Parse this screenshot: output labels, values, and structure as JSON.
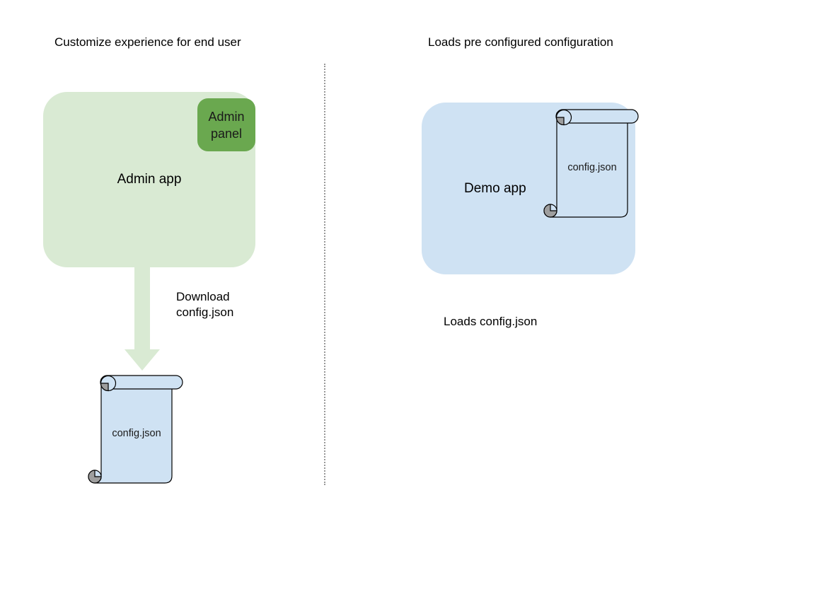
{
  "colors": {
    "light_green": "#d9ead3",
    "green": "#6aa84f",
    "light_blue": "#cfe2f3",
    "curl_gray": "#9e9e9e",
    "stroke": "#000000",
    "divider_gray": "#999999",
    "text": "#000000"
  },
  "left_section": {
    "heading": "Customize experience for end user",
    "admin_app": {
      "label": "Admin app"
    },
    "admin_panel": {
      "label": "Admin panel"
    },
    "download_arrow": {
      "label": "Download config.json"
    },
    "config_scroll": {
      "label": "config.json"
    }
  },
  "right_section": {
    "heading": "Loads pre configured configuration",
    "demo_app": {
      "label": "Demo app"
    },
    "config_scroll": {
      "label": "config.json"
    },
    "caption": "Loads config.json"
  }
}
